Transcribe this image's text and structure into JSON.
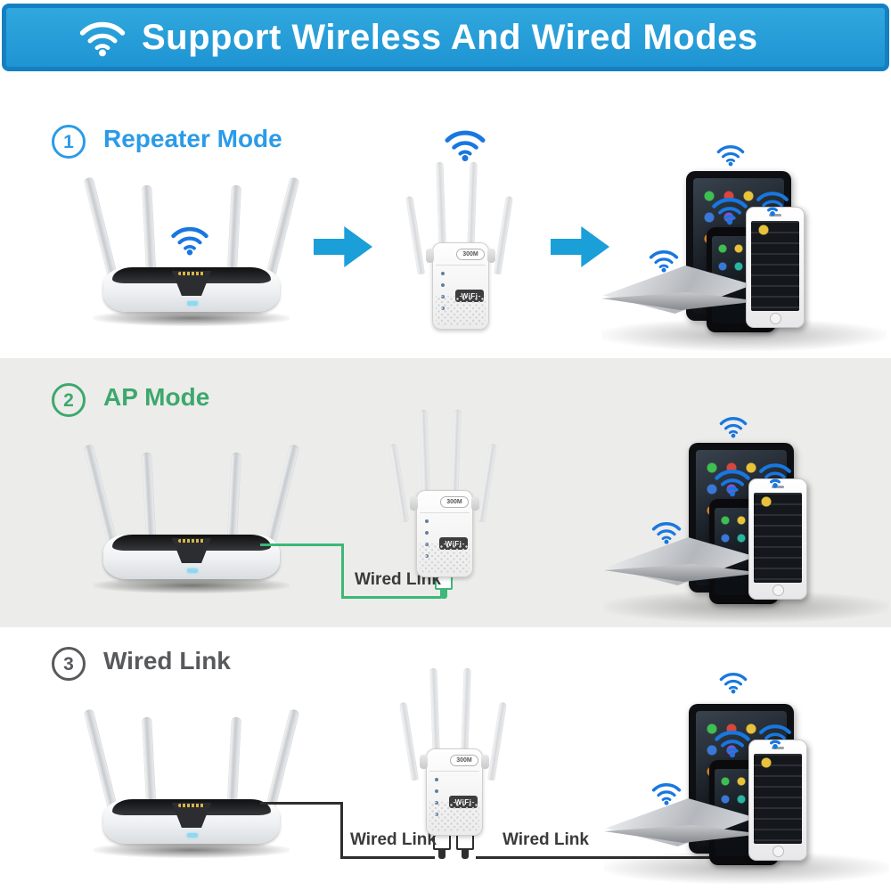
{
  "header": {
    "title": "Support Wireless And Wired Modes",
    "background_color": "#1E95D3",
    "border_color": "#1480C2",
    "text_color": "#FFFFFF"
  },
  "sections": [
    {
      "number": "1",
      "label": "Repeater Mode",
      "accent_color": "#2B9BE8",
      "background_color": "#FFFFFF"
    },
    {
      "number": "2",
      "label": "AP Mode",
      "accent_color": "#3DA86C",
      "background_color": "#ECECEA",
      "wire_color": "#3CB878",
      "wired_link_label": "Wired Link"
    },
    {
      "number": "3",
      "label": "Wired Link",
      "accent_color": "#58595C",
      "background_color": "#FFFFFF",
      "wire_color": "#2E2E2E",
      "wired_link_label_left": "Wired Link",
      "wired_link_label_right": "Wired Link"
    }
  ],
  "devices": {
    "repeater_badge": "300M",
    "repeater_logo": "WiFi"
  },
  "icons": {
    "header_icon": "wifi-icon",
    "signal_icon": "wifi-signal-icon",
    "arrow_icon": "arrow-right-icon",
    "signal_color": "#1877E0",
    "arrow_color": "#1B9FD8"
  }
}
